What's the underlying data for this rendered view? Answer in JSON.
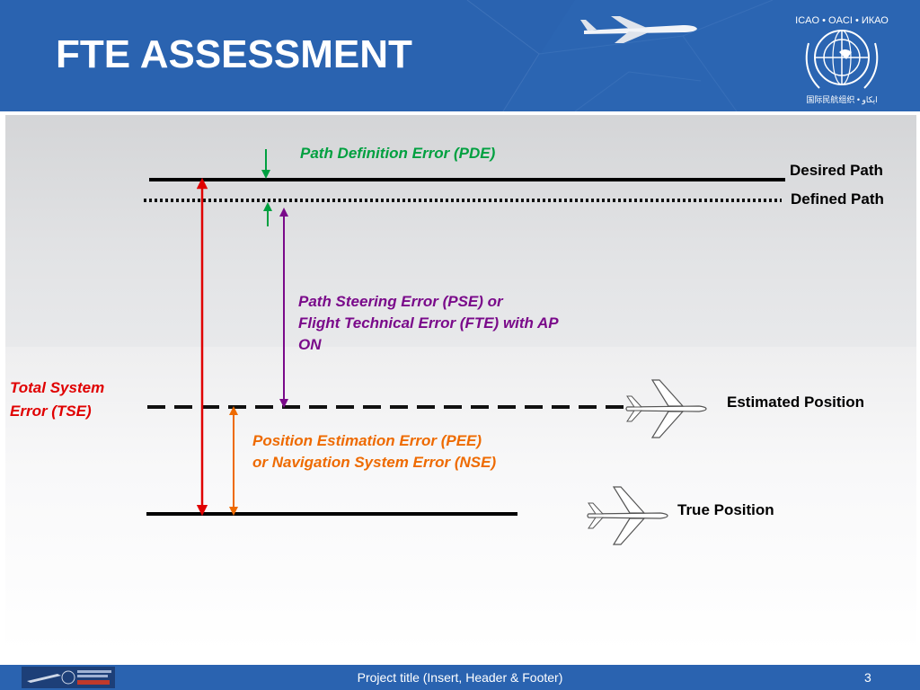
{
  "slide": {
    "title": "FTE ASSESSMENT",
    "footer_text": "Project title (Insert, Header & Footer)",
    "page_number": "3"
  },
  "logo": {
    "text_top": "ICAO • OACI • ИКАО",
    "text_bottom": "国际民航组织 • ايكاو"
  },
  "diagram": {
    "lines": {
      "desired_path": "Desired Path",
      "defined_path": "Defined Path",
      "estimated_position": "Estimated Position",
      "true_position": "True Position"
    },
    "errors": {
      "pde": "Path Definition Error (PDE)",
      "pse_line1": "Path Steering Error (PSE) or",
      "pse_line2": "Flight Technical Error (FTE) with AP",
      "pse_line3": "ON",
      "tse_line1": "Total System",
      "tse_line2": "Error (TSE)",
      "pee_line1": "Position Estimation Error (PEE)",
      "pee_line2": "or Navigation System Error (NSE)"
    }
  },
  "colors": {
    "header_blue": "#2a63b0",
    "pde_green": "#00a040",
    "pse_purple": "#7a0a8a",
    "tse_red": "#e00000",
    "pee_orange": "#ee6a00"
  }
}
